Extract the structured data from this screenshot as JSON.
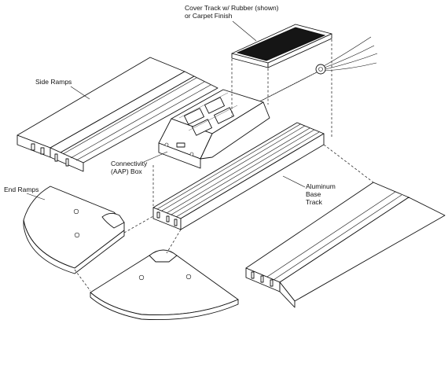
{
  "labels": {
    "cover_track_line1": "Cover Track w/ Rubber (shown)",
    "cover_track_line2": "or Carpet Finish",
    "side_ramps": "Side Ramps",
    "connectivity_line1": "Connectivity",
    "connectivity_line2": "(AAP) Box",
    "end_ramps": "End Ramps",
    "aluminum_line1": "Aluminum",
    "aluminum_line2": "Base",
    "aluminum_line3": "Track"
  },
  "colors": {
    "ink": "#111111",
    "rubber_finish": "#151515",
    "background": "#ffffff"
  }
}
